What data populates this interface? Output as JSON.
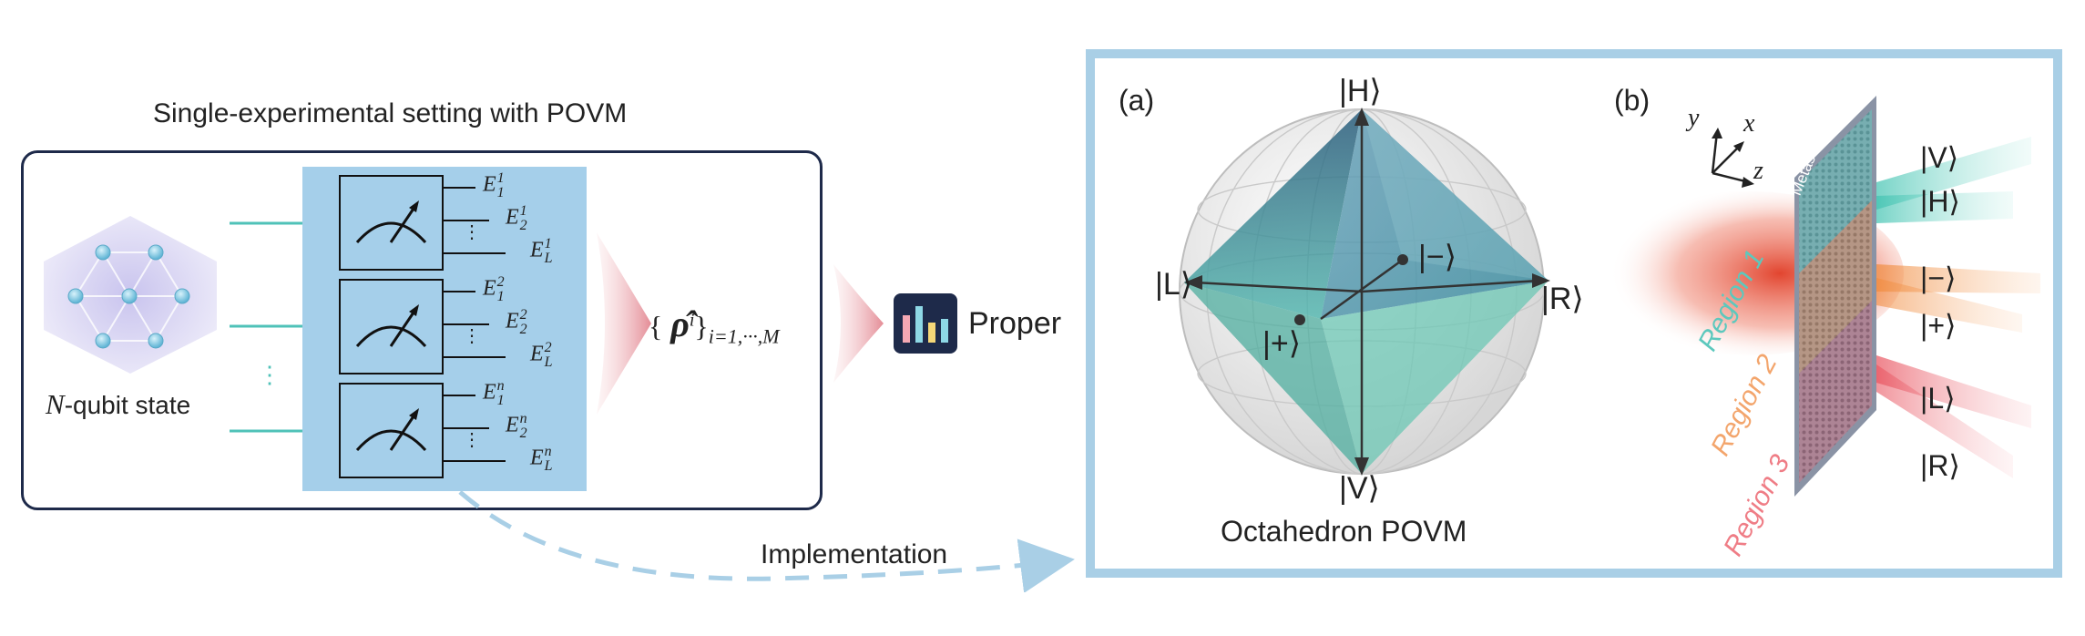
{
  "left_panel": {
    "title": "Single-experimental setting with POVM",
    "state_label_var": "N",
    "state_label_text": "-qubit state",
    "vdots": "⋮",
    "meas_outputs": [
      {
        "ops": [
          [
            "E",
            "1",
            "1"
          ],
          [
            "E",
            "2",
            "1"
          ],
          [
            "E",
            "L",
            "1"
          ]
        ]
      },
      {
        "ops": [
          [
            "E",
            "1",
            "2"
          ],
          [
            "E",
            "2",
            "2"
          ],
          [
            "E",
            "L",
            "2"
          ]
        ]
      },
      {
        "ops": [
          [
            "E",
            "1",
            "n"
          ],
          [
            "E",
            "2",
            "n"
          ],
          [
            "E",
            "L",
            "n"
          ]
        ]
      }
    ],
    "result_open": "{",
    "result_rho": "ρ̂",
    "result_sup": "i",
    "result_close": "}",
    "result_sub": "i=1,···,M",
    "app_label": "Proper",
    "implementation_label": "Implementation"
  },
  "right_panel": {
    "a_label": "(a)",
    "b_label": "(b)",
    "octahedron_caption": "Octahedron POVM",
    "bloch_kets": [
      "|H⟩",
      "|V⟩",
      "|L⟩",
      "|R⟩",
      "|−⟩",
      "|+⟩"
    ],
    "axes": [
      "y",
      "x",
      "z"
    ],
    "metasurface_label": "Metasurface",
    "regions": [
      "Region 1",
      "Region 2",
      "Region 3"
    ],
    "output_kets": [
      "|V⟩",
      "|H⟩",
      "|−⟩",
      "|+⟩",
      "|L⟩",
      "|R⟩"
    ]
  },
  "colors": {
    "frame_blue": "#a9cfe6",
    "meas_bg": "#a5cfea",
    "teal_arrow": "#4fc2b8",
    "pink_arrow": "#e8a0a7",
    "dashed_blue": "#a9cfe6"
  },
  "icons": {
    "app_icon": "bar-chart-app-icon",
    "meter": "meter-gauge-icon",
    "qubit_lattice": "qubit-lattice-icon"
  }
}
